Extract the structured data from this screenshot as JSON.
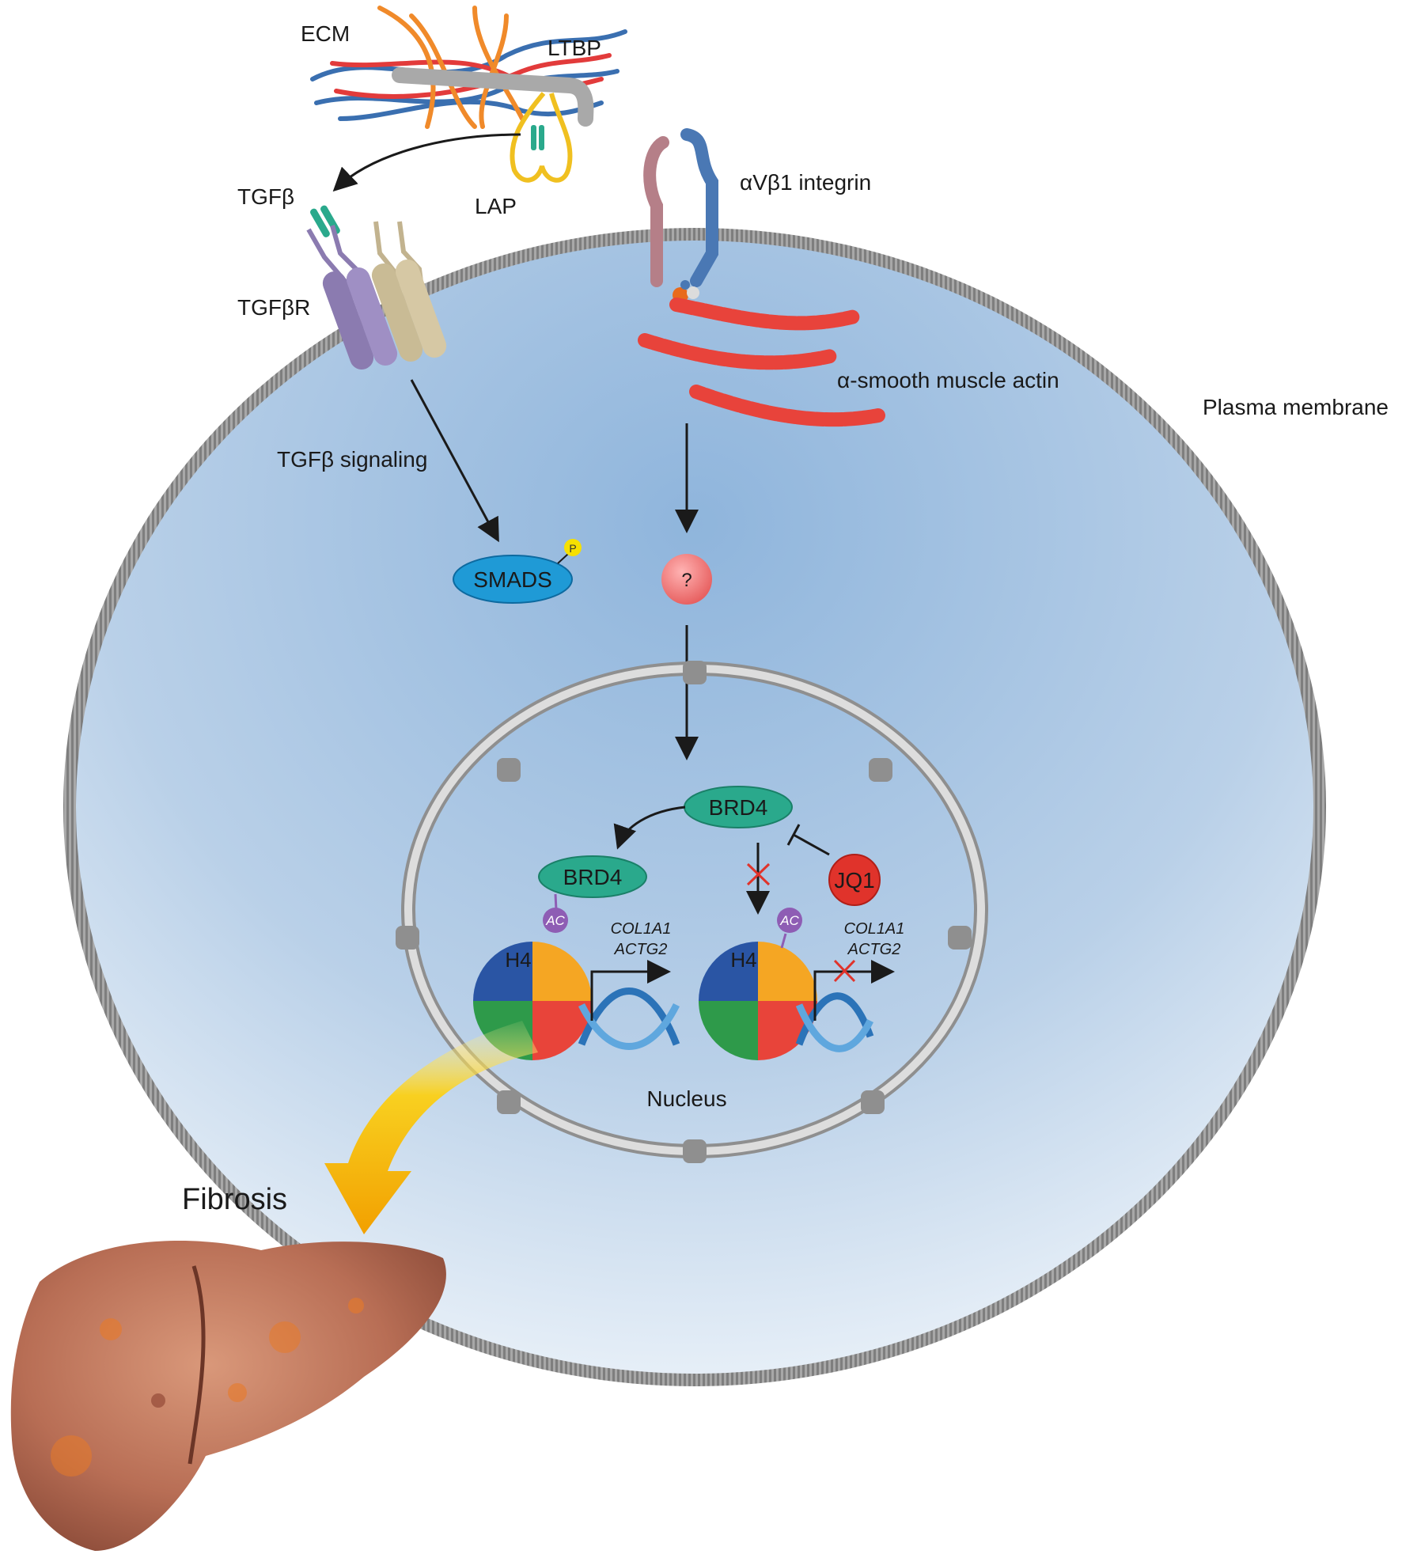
{
  "labels": {
    "ecm": "ECM",
    "ltbp": "LTBP",
    "tgfb": "TGFβ",
    "lap": "LAP",
    "tgfbr": "TGFβR",
    "integrin": "αVβ1 integrin",
    "actin": "α-smooth muscle actin",
    "plasma_membrane": "Plasma membrane",
    "tgfb_signaling": "TGFβ signaling",
    "smads": "SMADS",
    "phospho": "P",
    "unknown": "?",
    "brd4_free": "BRD4",
    "brd4_bound": "BRD4",
    "jq1": "JQ1",
    "ac_left": "AC",
    "ac_right": "AC",
    "h4_left": "H4",
    "h4_right": "H4",
    "gene1_left": "COL1A1",
    "gene2_left": "ACTG2",
    "gene1_right": "COL1A1",
    "gene2_right": "ACTG2",
    "nucleus": "Nucleus",
    "fibrosis": "Fibrosis"
  },
  "colors": {
    "cytoplasm": "#a9c6e4",
    "membrane": "#8f8f8f",
    "smads": "#1f9ad6",
    "brd4": "#2aa98c",
    "jq1": "#e0332b",
    "unknown": "#f07c7c",
    "actin": "#e8433b",
    "histone_blue": "#2a55a4",
    "histone_orange": "#f5a623",
    "histone_red": "#e8443a",
    "histone_green": "#2e9a4a",
    "acetyl": "#8e5db4",
    "fibrosis_arrow": "#f6c21a"
  },
  "icons": {
    "inhibit": "red-x-icon",
    "nuclear_pore": "nuclear-pore-icon",
    "liver": "fibrotic-liver-image"
  }
}
